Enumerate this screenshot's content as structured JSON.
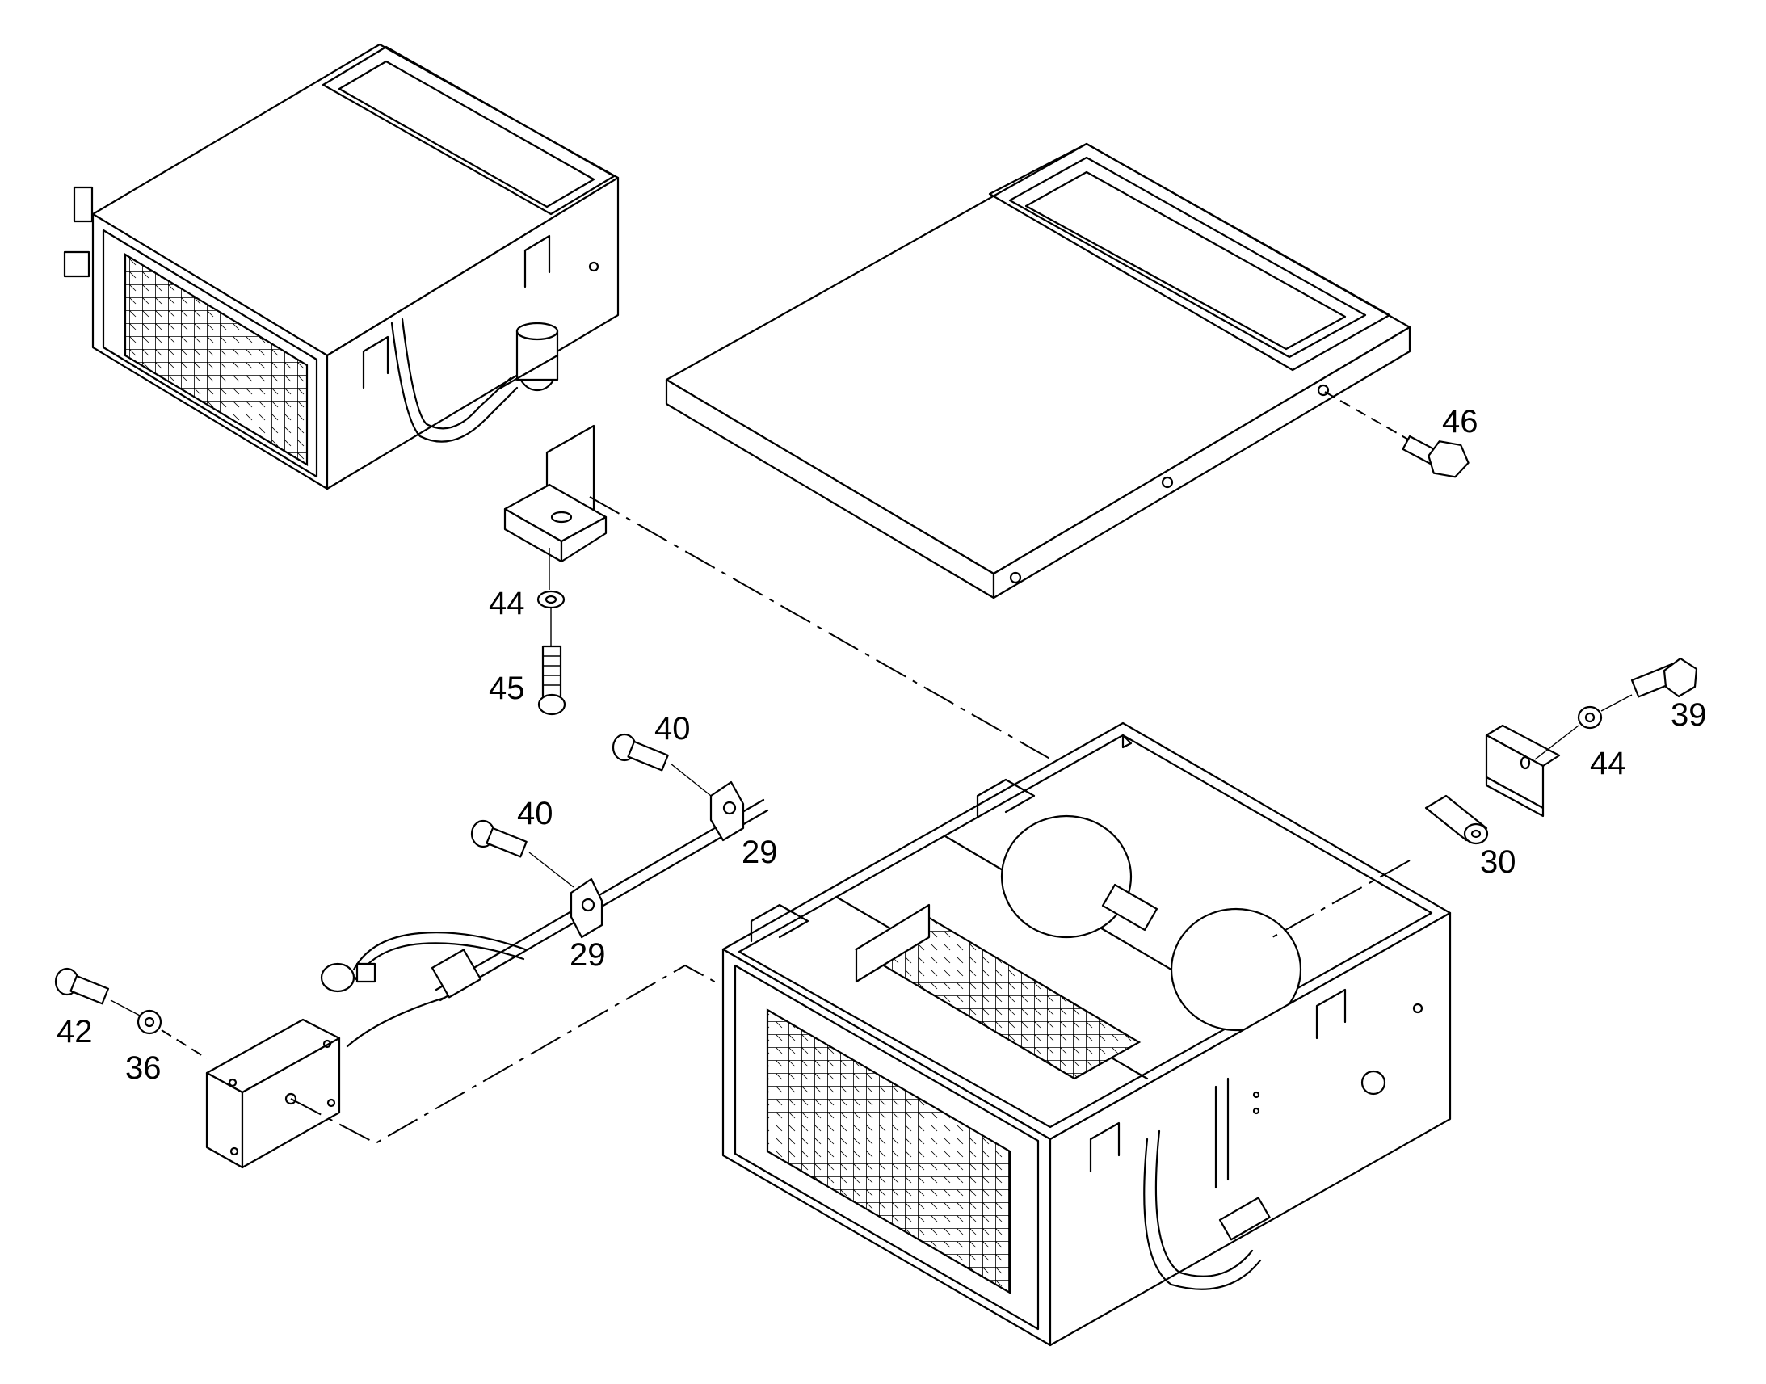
{
  "callouts": [
    {
      "id": "c46",
      "text": "46"
    },
    {
      "id": "c44a",
      "text": "44"
    },
    {
      "id": "c45",
      "text": "45"
    },
    {
      "id": "c40a",
      "text": "40"
    },
    {
      "id": "c40b",
      "text": "40"
    },
    {
      "id": "c29a",
      "text": "29"
    },
    {
      "id": "c29b",
      "text": "29"
    },
    {
      "id": "c39",
      "text": "39"
    },
    {
      "id": "c44b",
      "text": "44"
    },
    {
      "id": "c30",
      "text": "30"
    },
    {
      "id": "c42",
      "text": "42"
    },
    {
      "id": "c36",
      "text": "36"
    }
  ]
}
